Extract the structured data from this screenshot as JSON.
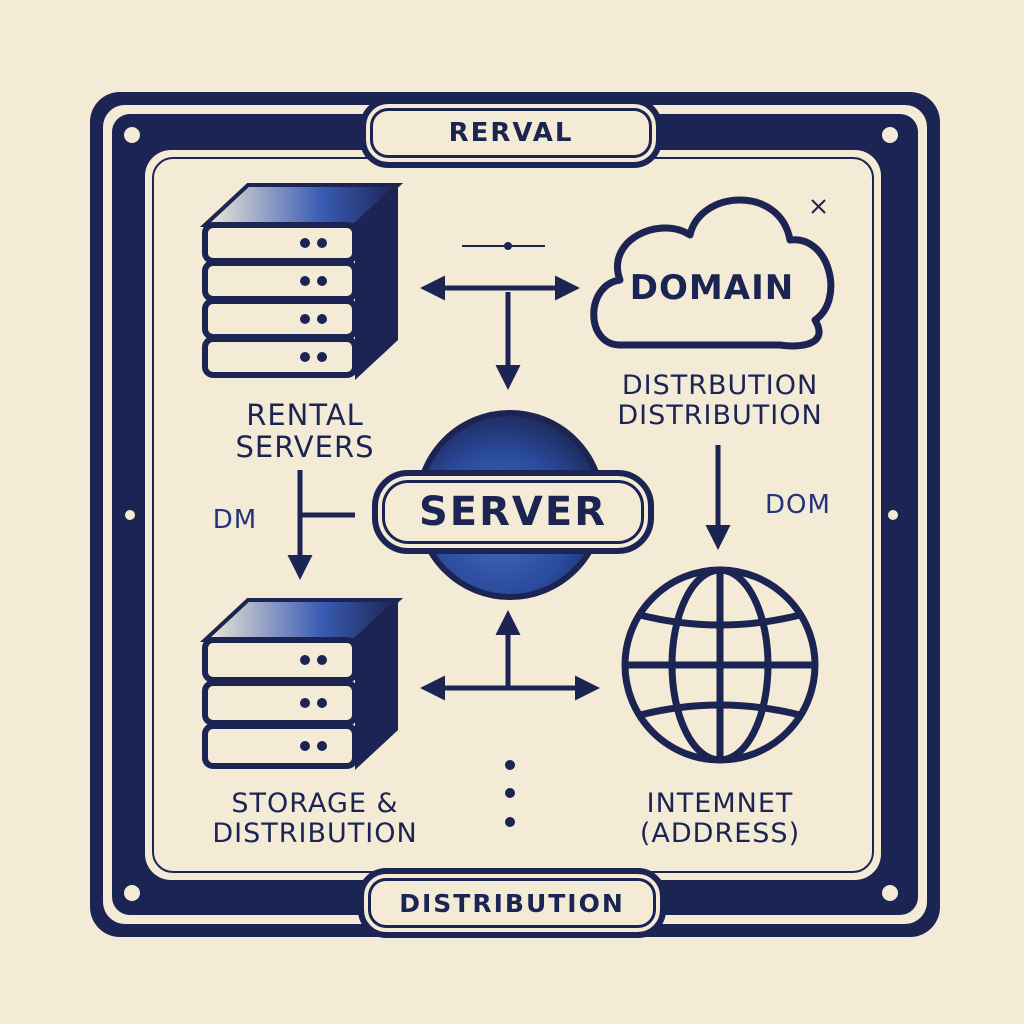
{
  "frame": {
    "top_banner": "RERVAL",
    "bottom_banner": "DISTRIBUTION"
  },
  "nodes": {
    "rental_servers": {
      "line1": "RENTAL",
      "line2": "SERVERS"
    },
    "domain": {
      "title": "DOMAIN",
      "caption_line1": "DISTRBUTION",
      "caption_line2": "DISTRIBUTION"
    },
    "server": {
      "title": "SERVER"
    },
    "storage": {
      "line1": "STORAGE &",
      "line2": "DISTRIBUTION"
    },
    "internet": {
      "line1": "INTEMNET",
      "line2": "(ADDRESS)"
    }
  },
  "arrow_labels": {
    "left": "DM",
    "right": "DOM"
  },
  "colors": {
    "ink": "#1b2452",
    "accent": "#2f4fa3",
    "background": "#f3ebd6"
  }
}
